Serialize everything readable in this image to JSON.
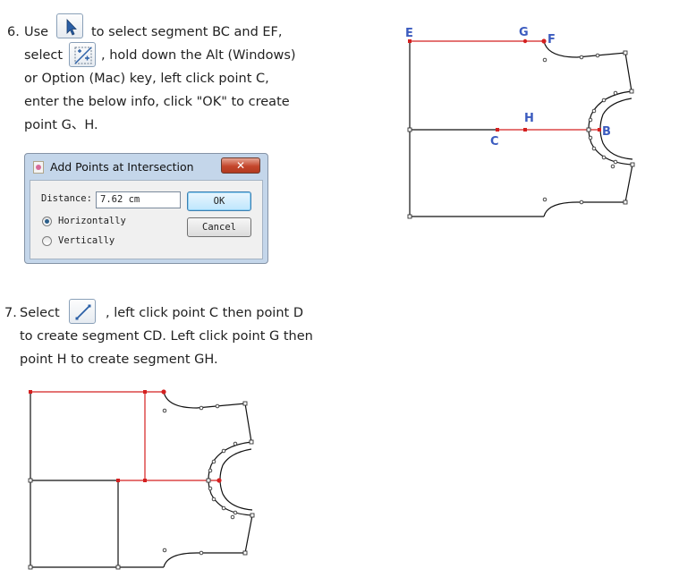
{
  "step6": {
    "number": "6.",
    "line1_a": "Use",
    "line1_b": "to select segment BC and EF,",
    "line2_a": "select",
    "line2_b": ", hold down the Alt (Windows)",
    "line3": "or Option (Mac) key, left click point C,",
    "line4": "enter the below info, click \"OK\" to create",
    "line5": "point G、H.",
    "icon_select": "select-arrow-icon",
    "icon_intersection": "add-points-intersection-icon"
  },
  "dialog": {
    "title": "Add Points at Intersection",
    "close_label": "✕",
    "distance_label": "Distance:",
    "distance_value": "7.62 cm",
    "ok_label": "OK",
    "cancel_label": "Cancel",
    "option_horizontal": "Horizontally",
    "option_vertical": "Vertically",
    "selected": "Horizontally"
  },
  "step7": {
    "number": "7.",
    "line1_a": "Select",
    "line1_b": ", left click point C then point D",
    "line2": "to create segment CD. Left click point G then",
    "line3": "point H to create segment GH.",
    "icon_line": "line-tool-icon"
  },
  "pattern_top": {
    "labels": {
      "E": "E",
      "G": "G",
      "F": "F",
      "H": "H",
      "C": "C",
      "B": "B"
    },
    "label_color": "#3b5bbf",
    "line_color": "#d42020",
    "outline_color": "#111111"
  },
  "pattern_bottom": {
    "line_color": "#d42020",
    "outline_color": "#111111"
  }
}
